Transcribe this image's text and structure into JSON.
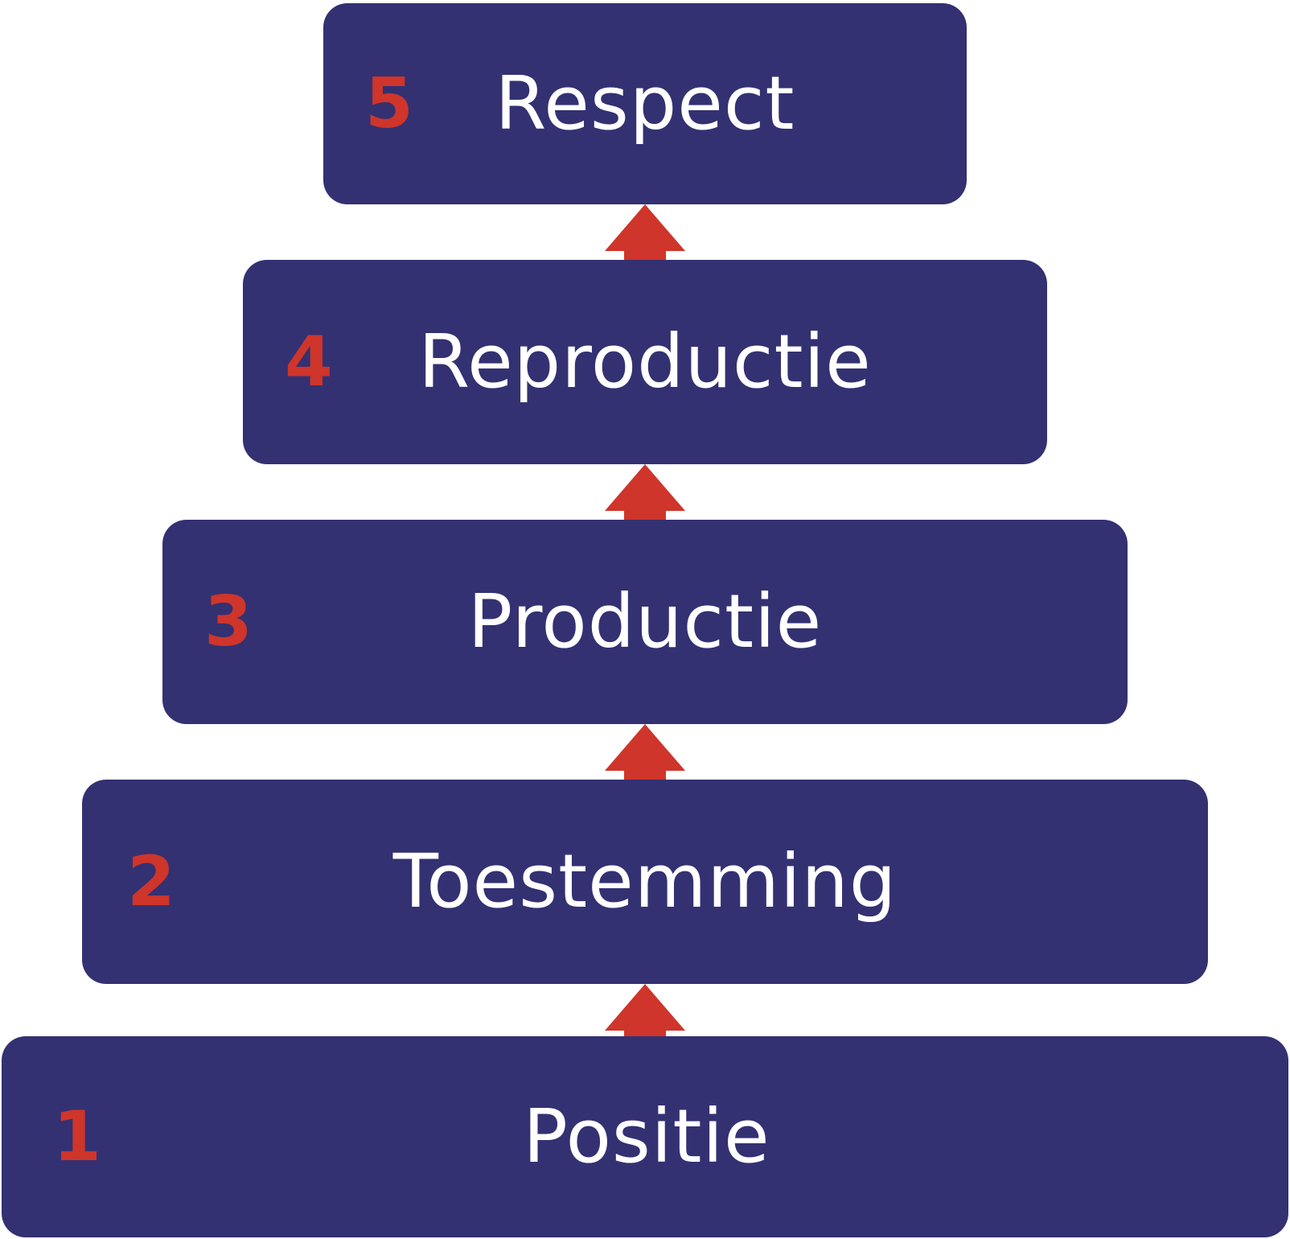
{
  "colors": {
    "box": "#333172",
    "number": "#cf352a",
    "label": "#ffffff",
    "arrow": "#cf352a"
  },
  "levels": [
    {
      "number": "5",
      "label": "Respect"
    },
    {
      "number": "4",
      "label": "Reproductie"
    },
    {
      "number": "3",
      "label": "Productie"
    },
    {
      "number": "2",
      "label": "Toestemming"
    },
    {
      "number": "1",
      "label": "Positie"
    }
  ],
  "arrow_icon": "arrow-up-icon"
}
